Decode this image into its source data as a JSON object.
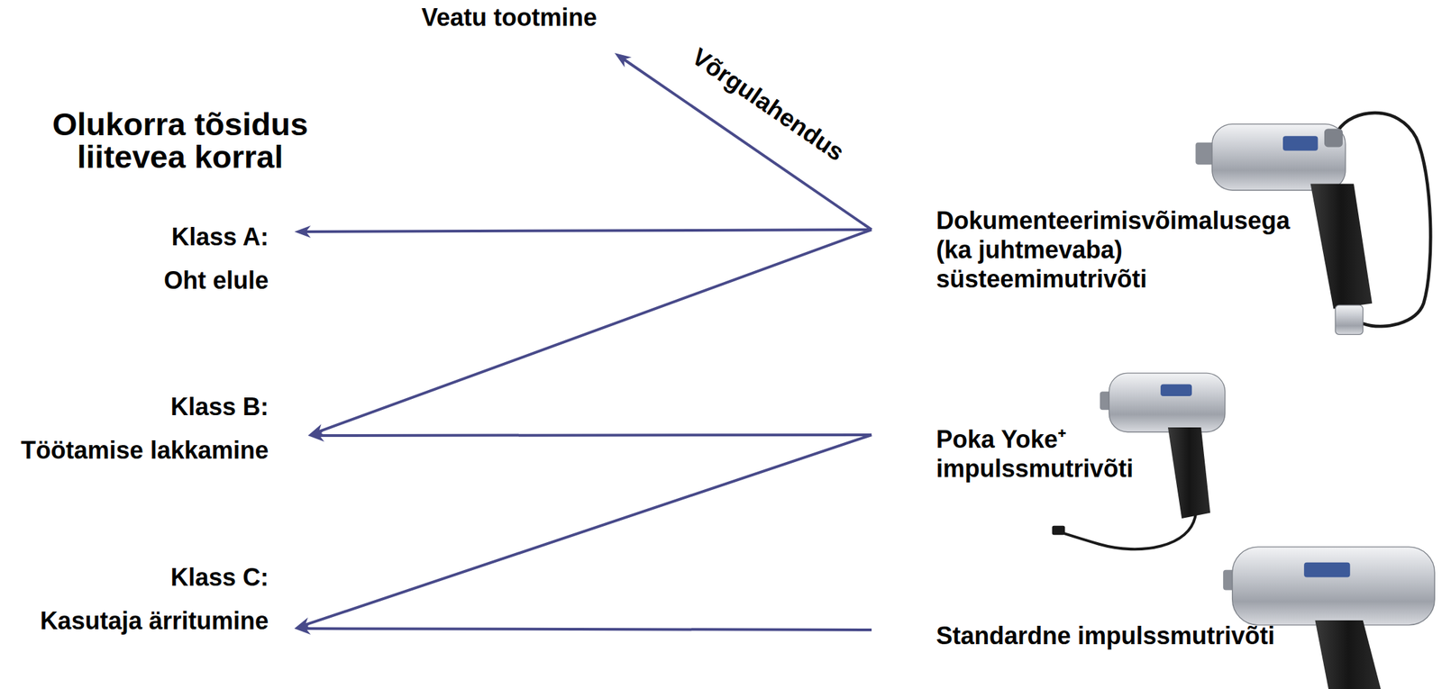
{
  "diagram": {
    "title": "Olukorra tõsidus liitevea korral",
    "nodes": [
      {
        "text": [
          "Veatu tootmine"
        ]
      },
      {
        "text": [
          "Klass A:",
          "Oht elule"
        ]
      },
      {
        "text": [
          "Klass B:",
          "Töötamise lakkamine"
        ]
      },
      {
        "text": [
          "Klass C:",
          "Kasutaja ärritumine"
        ]
      },
      {
        "text": [
          "Dokumenteerimisvõimalusega (ka juhtmevaba) süsteemimutrivõti"
        ]
      },
      {
        "text": [
          "Poka Yoke⁺ impulssmutrivõti"
        ]
      },
      {
        "text": [
          "Standardne impulssmutrivõti"
        ]
      }
    ],
    "edges": [
      {
        "from": 4,
        "to": 0,
        "label": "Võrgulahendus",
        "arrow": "to"
      },
      {
        "from": 4,
        "to": 1,
        "arrow": "to"
      },
      {
        "from": 4,
        "to": 2,
        "arrow": "to"
      },
      {
        "from": 5,
        "to": 2,
        "arrow": "to"
      },
      {
        "from": 5,
        "to": 3,
        "arrow": "to"
      },
      {
        "from": 6,
        "to": 3,
        "arrow": "to"
      }
    ]
  }
}
